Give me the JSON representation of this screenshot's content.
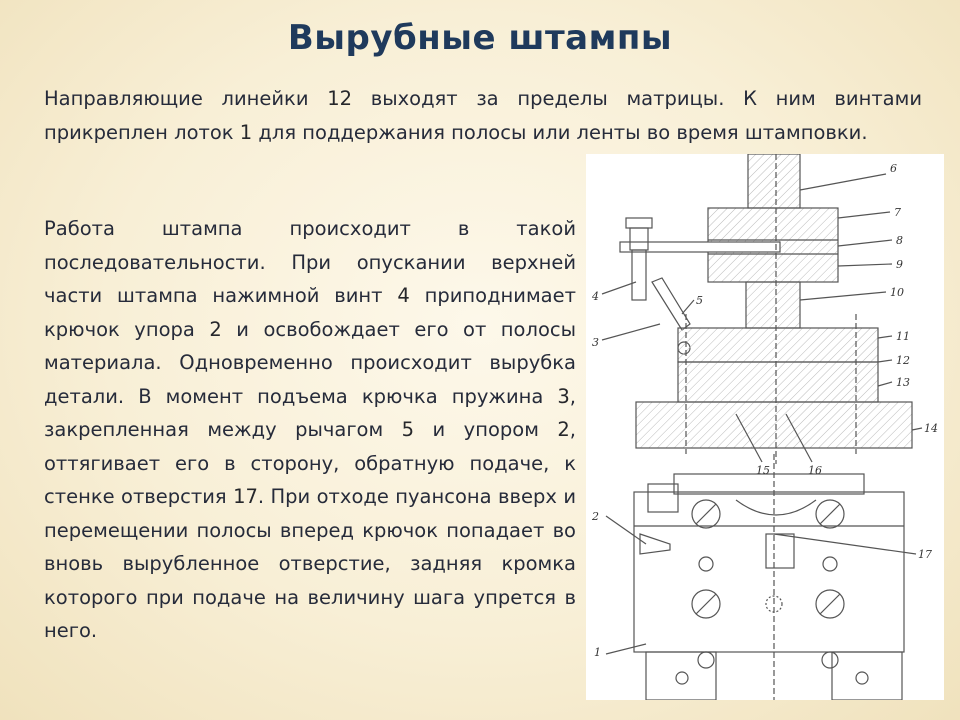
{
  "title": "Вырубные штампы",
  "paragraph1": {
    "segments": [
      {
        "text": "Направляющие линейки ",
        "num": false
      },
      {
        "text": "12",
        "num": true
      },
      {
        "text": " выходят за пределы матрицы. К ним винтами прикреплен лоток ",
        "num": false
      },
      {
        "text": "1",
        "num": true
      },
      {
        "text": " для поддержания полосы или ленты во время штамповки.",
        "num": false
      }
    ]
  },
  "paragraph2": {
    "segments": [
      {
        "text": "Работа штампа происходит в такой последовательности. При опускании верхней части штампа нажимной винт ",
        "num": false
      },
      {
        "text": "4",
        "num": true
      },
      {
        "text": " приподнимает крючок упора ",
        "num": false
      },
      {
        "text": "2",
        "num": true
      },
      {
        "text": " и освобождает его от полосы материала. Одновременно происходит вырубка детали. В момент подъема крючка пружина ",
        "num": false
      },
      {
        "text": "3",
        "num": true
      },
      {
        "text": ", закрепленная между рычагом ",
        "num": false
      },
      {
        "text": "5",
        "num": true
      },
      {
        "text": " и упором ",
        "num": false
      },
      {
        "text": "2",
        "num": true
      },
      {
        "text": ", оттягивает его в сторону, обратную подаче, к стенке отверстия ",
        "num": false
      },
      {
        "text": "17",
        "num": true
      },
      {
        "text": ". При отходе пуансона вверх и перемещении полосы вперед крючок попадает во вновь вырубленное отверстие, задняя кромка которого при подаче на величину шага упрется в него.",
        "num": false
      }
    ]
  },
  "figure": {
    "labels_section": [
      "6",
      "7",
      "8",
      "9",
      "10",
      "11",
      "12",
      "13",
      "14",
      "4",
      "5",
      "3",
      "15",
      "16"
    ],
    "labels_plan": [
      "2",
      "17",
      "1"
    ]
  },
  "colors": {
    "title": "#1f3a5c",
    "text": "#262b3a",
    "line": "#555555"
  }
}
